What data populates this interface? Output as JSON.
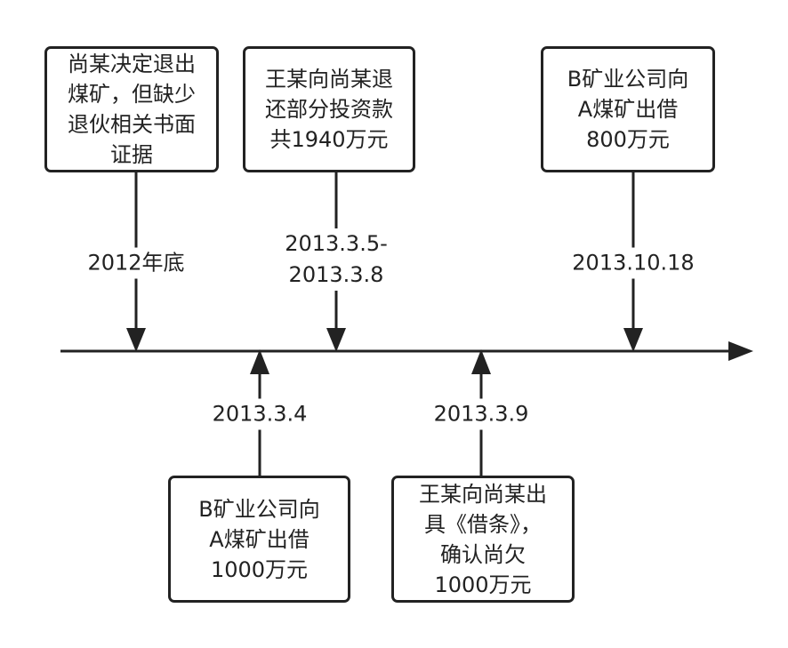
{
  "timeline": {
    "events": [
      {
        "date": [
          "2012年底"
        ],
        "description": [
          "尚某决定退出",
          "煤矿，但缺少",
          "退伙相关书面",
          "证据"
        ]
      },
      {
        "date": [
          "2013.3.4"
        ],
        "description": [
          "B矿业公司向",
          "A煤矿出借",
          "1000万元"
        ]
      },
      {
        "date": [
          "2013.3.5-",
          "2013.3.8"
        ],
        "description": [
          "王某向尚某退",
          "还部分投资款",
          "共1940万元"
        ]
      },
      {
        "date": [
          "2013.3.9"
        ],
        "description": [
          "王某向尚某出",
          "具《借条》，",
          "确认尚欠",
          "1000万元"
        ]
      },
      {
        "date": [
          "2013.10.18"
        ],
        "description": [
          "B矿业公司向",
          "A煤矿出借",
          "800万元"
        ]
      }
    ]
  },
  "colors": {
    "stroke": "#222222",
    "background": "#ffffff",
    "text": "#222222"
  }
}
